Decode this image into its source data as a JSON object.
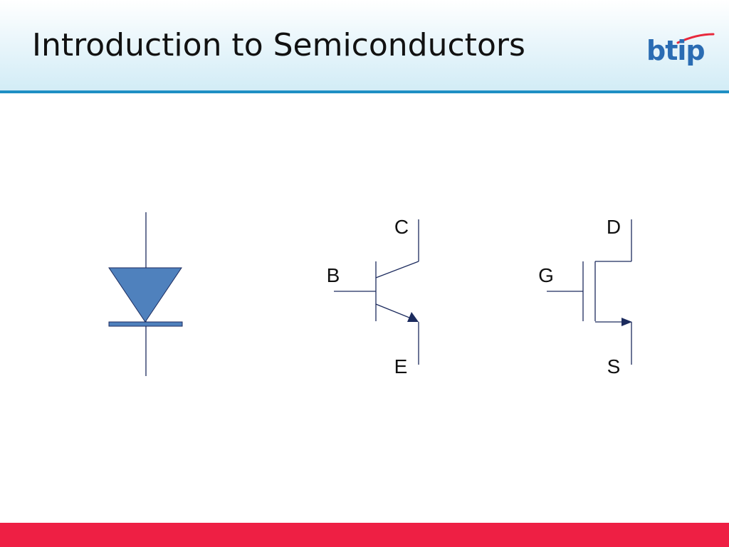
{
  "slide": {
    "title": "Introduction to Semiconductors"
  },
  "logo": {
    "text": "btip",
    "text_color": "#2a6cb3",
    "swoosh_color": "#e8283c"
  },
  "theme": {
    "header_rule_color": "#1f8fc4",
    "footer_color": "#ee1f44",
    "symbol_line_color": "#1c2b5e",
    "diode_fill_color": "#4f81bd"
  },
  "symbols": {
    "diode": {},
    "bjt": {
      "collector_label": "C",
      "base_label": "B",
      "emitter_label": "E"
    },
    "mosfet": {
      "drain_label": "D",
      "gate_label": "G",
      "source_label": "S"
    }
  }
}
